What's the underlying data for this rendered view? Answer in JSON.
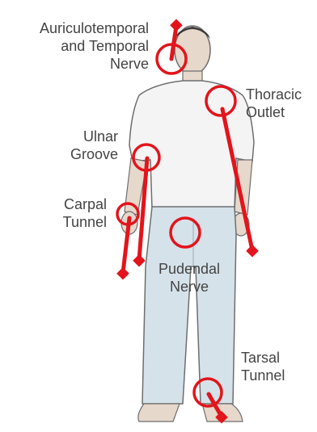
{
  "labels": {
    "auriculotemporal": [
      "Auriculotemporal",
      "and Temporal",
      "Nerve"
    ],
    "thoracic": [
      "Thoracic",
      "Outlet"
    ],
    "ulnar": [
      "Ulnar",
      "Groove"
    ],
    "carpal": [
      "Carpal",
      "Tunnel"
    ],
    "pudendal": [
      "Pudendal",
      "Nerve"
    ],
    "tarsal": [
      "Tarsal",
      "Tunnel"
    ]
  },
  "colors": {
    "marker": "#e3141b",
    "text": "#444444",
    "shirt": "#f4f4f4",
    "pants": "#d6e2ea",
    "skin": "#e7d8cc",
    "outline": "#6e6e6e"
  },
  "icons": {
    "body": "human-figure-icon"
  }
}
